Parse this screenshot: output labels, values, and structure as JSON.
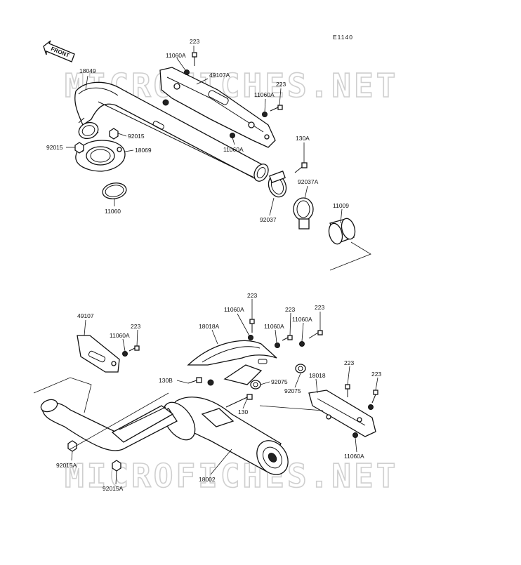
{
  "diagram": {
    "code": "E1140",
    "front_label": "FRONT",
    "watermarks": [
      "MICROFICHES.NET",
      "MICROFICHES.NET"
    ],
    "upper_labels": {
      "p223_a": "223",
      "p11060A_a": "11060A",
      "p18049": "18049",
      "p49107A": "49107A",
      "p11060A_b": "11060A",
      "p223_b": "223",
      "p92015_a": "92015",
      "p92015_b": "92015",
      "p18069": "18069",
      "p11060A_c": "11060A",
      "p130A": "130A",
      "p92037A": "92037A",
      "p11060": "11060",
      "p92037": "92037",
      "p11009": "11009"
    },
    "lower_labels": {
      "p223_c": "223",
      "p11060A_d": "11060A",
      "p223_d": "223",
      "p223_e": "223",
      "p18018A": "18018A",
      "p11060A_e": "11060A",
      "p11060A_f": "11060A",
      "p49107": "49107",
      "p11060A_g": "11060A",
      "p223_f": "223",
      "p130B": "130B",
      "p92075_a": "92075",
      "p92075_b": "92075",
      "p18018": "18018",
      "p223_g": "223",
      "p223_h": "223",
      "p130": "130",
      "p11060A_h": "11060A",
      "p92015A_a": "92015A",
      "p18002": "18002",
      "p92015A_b": "92015A"
    }
  }
}
